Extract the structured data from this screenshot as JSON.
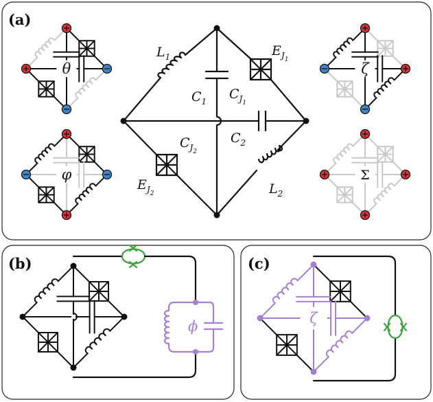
{
  "panels": {
    "a": {
      "label": "(a)"
    },
    "b": {
      "label": "(b)"
    },
    "c": {
      "label": "(c)"
    }
  },
  "circuit": {
    "L1": {
      "main": "L",
      "sub": "1"
    },
    "L2": {
      "main": "L",
      "sub": "2"
    },
    "C1": {
      "main": "C",
      "sub": "1"
    },
    "C2": {
      "main": "C",
      "sub": "2"
    },
    "CJ1": {
      "main": "C",
      "sub": "J",
      "subsub": "1"
    },
    "CJ2": {
      "main": "C",
      "sub": "J",
      "subsub": "2"
    },
    "EJ1": {
      "main": "E",
      "sub": "J",
      "subsub": "1"
    },
    "EJ2": {
      "main": "E",
      "sub": "J",
      "subsub": "2"
    }
  },
  "modes": {
    "theta": "θ",
    "zeta": "ζ",
    "varphi": "φ",
    "sigma": "Σ",
    "phi": "ϕ",
    "zeta_c": "ζ"
  },
  "colors": {
    "wire": "#111111",
    "inactive": "#c8c8c8",
    "red_node": "#d8343b",
    "blue_node": "#3f86c8",
    "purple": "#a67fd0",
    "green": "#3aa33a"
  }
}
